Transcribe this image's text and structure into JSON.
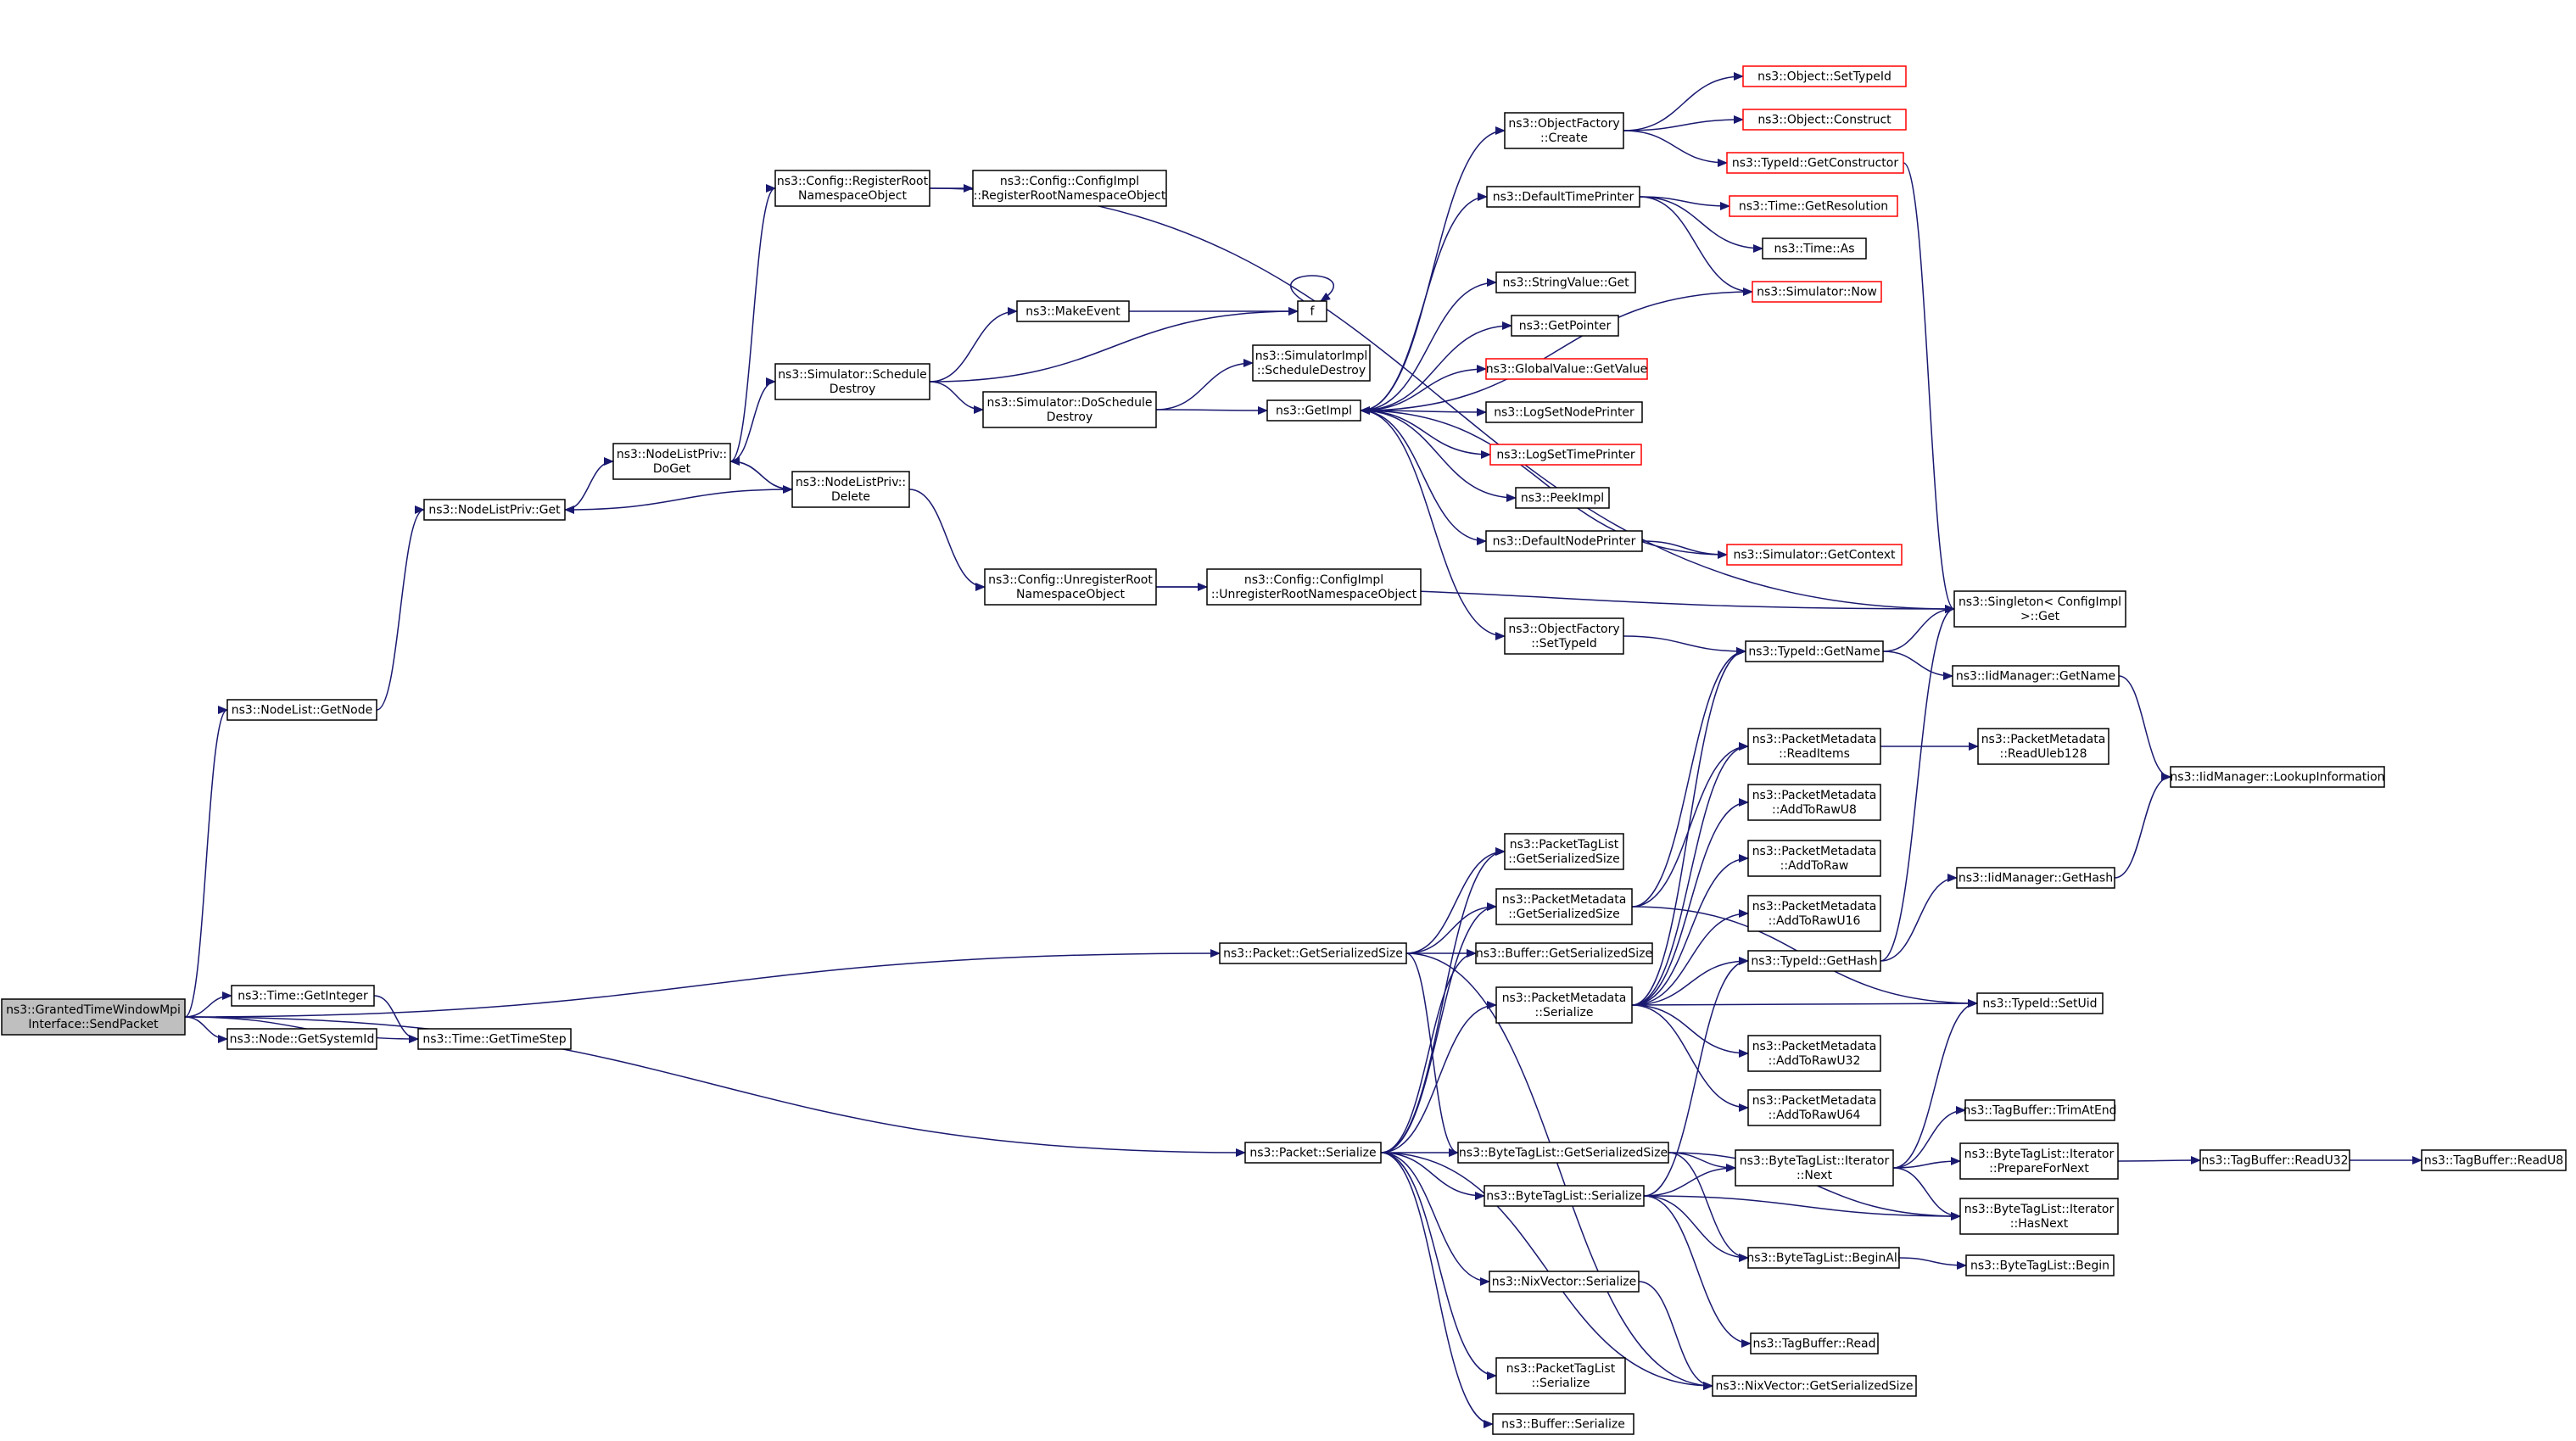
{
  "diagram": {
    "colors": {
      "edge": "#191970",
      "node_border": "#000000",
      "external_border": "#ff0000",
      "root_fill": "#bfbfbf"
    },
    "nodes": [
      {
        "id": "root",
        "lines": [
          "ns3::GrantedTimeWindowMpi",
          "Interface::SendPacket"
        ],
        "style": "root"
      },
      {
        "id": "nodelist_getnode",
        "lines": [
          "ns3::NodeList::GetNode"
        ]
      },
      {
        "id": "time_getinteger",
        "lines": [
          "ns3::Time::GetInteger"
        ]
      },
      {
        "id": "node_getsystemid",
        "lines": [
          "ns3::Node::GetSystemId"
        ]
      },
      {
        "id": "time_gettimestep",
        "lines": [
          "ns3::Time::GetTimeStep"
        ]
      },
      {
        "id": "nlp_get",
        "lines": [
          "ns3::NodeListPriv::Get"
        ]
      },
      {
        "id": "nlp_doget",
        "lines": [
          "ns3::NodeListPriv::",
          "DoGet"
        ]
      },
      {
        "id": "nlp_delete",
        "lines": [
          "ns3::NodeListPriv::",
          "Delete"
        ]
      },
      {
        "id": "cfg_register",
        "lines": [
          "ns3::Config::RegisterRoot",
          "NamespaceObject"
        ]
      },
      {
        "id": "cfgimpl_register",
        "lines": [
          "ns3::Config::ConfigImpl",
          "::RegisterRootNamespaceObject"
        ]
      },
      {
        "id": "sim_schedule_destroy",
        "lines": [
          "ns3::Simulator::Schedule",
          "Destroy"
        ]
      },
      {
        "id": "makeevent",
        "lines": [
          "ns3::MakeEvent"
        ]
      },
      {
        "id": "f",
        "lines": [
          "f"
        ]
      },
      {
        "id": "sim_doschedule_destroy",
        "lines": [
          "ns3::Simulator::DoSchedule",
          "Destroy"
        ]
      },
      {
        "id": "simimpl_schedule_destroy",
        "lines": [
          "ns3::SimulatorImpl",
          "::ScheduleDestroy"
        ]
      },
      {
        "id": "getimpl",
        "lines": [
          "ns3::GetImpl"
        ]
      },
      {
        "id": "cfg_unregister",
        "lines": [
          "ns3::Config::UnregisterRoot",
          "NamespaceObject"
        ]
      },
      {
        "id": "cfgimpl_unregister",
        "lines": [
          "ns3::Config::ConfigImpl",
          "::UnregisterRootNamespaceObject"
        ]
      },
      {
        "id": "objfactory_create",
        "lines": [
          "ns3::ObjectFactory",
          "::Create"
        ]
      },
      {
        "id": "object_settypeid",
        "lines": [
          "ns3::Object::SetTypeId"
        ],
        "style": "ext"
      },
      {
        "id": "object_construct",
        "lines": [
          "ns3::Object::Construct"
        ],
        "style": "ext"
      },
      {
        "id": "typeid_getconstructor",
        "lines": [
          "ns3::TypeId::GetConstructor"
        ],
        "style": "ext"
      },
      {
        "id": "defaulttimeprinter",
        "lines": [
          "ns3::DefaultTimePrinter"
        ]
      },
      {
        "id": "time_getresolution",
        "lines": [
          "ns3::Time::GetResolution"
        ],
        "style": "ext"
      },
      {
        "id": "time_as",
        "lines": [
          "ns3::Time::As"
        ]
      },
      {
        "id": "sim_now",
        "lines": [
          "ns3::Simulator::Now"
        ],
        "style": "ext"
      },
      {
        "id": "stringvalue_get",
        "lines": [
          "ns3::StringValue::Get"
        ]
      },
      {
        "id": "getpointer",
        "lines": [
          "ns3::GetPointer"
        ]
      },
      {
        "id": "globalvalue_getvalue",
        "lines": [
          "ns3::GlobalValue::GetValue"
        ],
        "style": "ext"
      },
      {
        "id": "logsetnodeprinter",
        "lines": [
          "ns3::LogSetNodePrinter"
        ]
      },
      {
        "id": "logsettimeprinter",
        "lines": [
          "ns3::LogSetTimePrinter"
        ],
        "style": "ext"
      },
      {
        "id": "peekimpl",
        "lines": [
          "ns3::PeekImpl"
        ]
      },
      {
        "id": "defaultnodeprinter",
        "lines": [
          "ns3::DefaultNodePrinter"
        ]
      },
      {
        "id": "sim_getcontext",
        "lines": [
          "ns3::Simulator::GetContext"
        ],
        "style": "ext"
      },
      {
        "id": "objfactory_settypeid",
        "lines": [
          "ns3::ObjectFactory",
          "::SetTypeId"
        ]
      },
      {
        "id": "singleton_get",
        "lines": [
          "ns3::Singleton< ConfigImpl",
          ">::Get"
        ]
      },
      {
        "id": "typeid_getname",
        "lines": [
          "ns3::TypeId::GetName"
        ]
      },
      {
        "id": "iidmanager_getname",
        "lines": [
          "ns3::IidManager::GetName"
        ]
      },
      {
        "id": "pm_readitems",
        "lines": [
          "ns3::PacketMetadata",
          "::ReadItems"
        ]
      },
      {
        "id": "pm_readuleb128",
        "lines": [
          "ns3::PacketMetadata",
          "::ReadUleb128"
        ]
      },
      {
        "id": "iidmanager_lookupinfo",
        "lines": [
          "ns3::IidManager::LookupInformation"
        ]
      },
      {
        "id": "pm_addtorawu8",
        "lines": [
          "ns3::PacketMetadata",
          "::AddToRawU8"
        ]
      },
      {
        "id": "ptl_getserializedsize",
        "lines": [
          "ns3::PacketTagList",
          "::GetSerializedSize"
        ]
      },
      {
        "id": "pm_addtoraw",
        "lines": [
          "ns3::PacketMetadata",
          "::AddToRaw"
        ]
      },
      {
        "id": "pm_getserializedsize",
        "lines": [
          "ns3::PacketMetadata",
          "::GetSerializedSize"
        ]
      },
      {
        "id": "iidmanager_gethash",
        "lines": [
          "ns3::IidManager::GetHash"
        ]
      },
      {
        "id": "pm_addtorawu16",
        "lines": [
          "ns3::PacketMetadata",
          "::AddToRawU16"
        ]
      },
      {
        "id": "packet_getserializedsize",
        "lines": [
          "ns3::Packet::GetSerializedSize"
        ]
      },
      {
        "id": "buffer_getserializedsize",
        "lines": [
          "ns3::Buffer::GetSerializedSize"
        ]
      },
      {
        "id": "typeid_gethash",
        "lines": [
          "ns3::TypeId::GetHash"
        ]
      },
      {
        "id": "pm_serialize",
        "lines": [
          "ns3::PacketMetadata",
          "::Serialize"
        ]
      },
      {
        "id": "typeid_setuid",
        "lines": [
          "ns3::TypeId::SetUid"
        ]
      },
      {
        "id": "pm_addtorawu32",
        "lines": [
          "ns3::PacketMetadata",
          "::AddToRawU32"
        ]
      },
      {
        "id": "pm_addtorawu64",
        "lines": [
          "ns3::PacketMetadata",
          "::AddToRawU64"
        ]
      },
      {
        "id": "tagbuffer_trimatend",
        "lines": [
          "ns3::TagBuffer::TrimAtEnd"
        ]
      },
      {
        "id": "packet_serialize",
        "lines": [
          "ns3::Packet::Serialize"
        ]
      },
      {
        "id": "btl_getserializedsize",
        "lines": [
          "ns3::ByteTagList::GetSerializedSize"
        ]
      },
      {
        "id": "btl_iter_next",
        "lines": [
          "ns3::ByteTagList::Iterator",
          "::Next"
        ]
      },
      {
        "id": "btl_iter_prepare",
        "lines": [
          "ns3::ByteTagList::Iterator",
          "::PrepareForNext"
        ]
      },
      {
        "id": "tagbuffer_readu32",
        "lines": [
          "ns3::TagBuffer::ReadU32"
        ]
      },
      {
        "id": "tagbuffer_readu8",
        "lines": [
          "ns3::TagBuffer::ReadU8"
        ]
      },
      {
        "id": "btl_serialize",
        "lines": [
          "ns3::ByteTagList::Serialize"
        ]
      },
      {
        "id": "btl_iter_hasnext",
        "lines": [
          "ns3::ByteTagList::Iterator",
          "::HasNext"
        ]
      },
      {
        "id": "btl_beginall",
        "lines": [
          "ns3::ByteTagList::BeginAll"
        ]
      },
      {
        "id": "btl_begin",
        "lines": [
          "ns3::ByteTagList::Begin"
        ]
      },
      {
        "id": "nixvector_serialize",
        "lines": [
          "ns3::NixVector::Serialize"
        ]
      },
      {
        "id": "tagbuffer_read",
        "lines": [
          "ns3::TagBuffer::Read"
        ]
      },
      {
        "id": "ptl_serialize",
        "lines": [
          "ns3::PacketTagList",
          "::Serialize"
        ]
      },
      {
        "id": "nixvector_getserializedsize",
        "lines": [
          "ns3::NixVector::GetSerializedSize"
        ]
      },
      {
        "id": "buffer_serialize",
        "lines": [
          "ns3::Buffer::Serialize"
        ]
      }
    ],
    "edges": [
      [
        "root",
        "nodelist_getnode"
      ],
      [
        "root",
        "time_getinteger"
      ],
      [
        "root",
        "node_getsystemid"
      ],
      [
        "root",
        "time_gettimestep"
      ],
      [
        "root",
        "packet_getserializedsize"
      ],
      [
        "root",
        "packet_serialize"
      ],
      [
        "time_getinteger",
        "time_gettimestep"
      ],
      [
        "nodelist_getnode",
        "nlp_get"
      ],
      [
        "nlp_get",
        "nlp_doget"
      ],
      [
        "nlp_doget",
        "nlp_delete"
      ],
      [
        "nlp_delete",
        "nlp_get"
      ],
      [
        "nlp_delete",
        "nlp_doget"
      ],
      [
        "nlp_doget",
        "cfg_register"
      ],
      [
        "nlp_doget",
        "sim_schedule_destroy"
      ],
      [
        "nlp_delete",
        "cfg_unregister"
      ],
      [
        "cfg_register",
        "cfgimpl_register"
      ],
      [
        "cfg_register",
        "singleton_get"
      ],
      [
        "sim_schedule_destroy",
        "makeevent"
      ],
      [
        "sim_schedule_destroy",
        "f"
      ],
      [
        "sim_schedule_destroy",
        "sim_doschedule_destroy"
      ],
      [
        "makeevent",
        "f"
      ],
      [
        "f",
        "f"
      ],
      [
        "sim_doschedule_destroy",
        "simimpl_schedule_destroy"
      ],
      [
        "sim_doschedule_destroy",
        "getimpl"
      ],
      [
        "cfg_unregister",
        "cfgimpl_unregister"
      ],
      [
        "cfg_unregister",
        "singleton_get"
      ],
      [
        "getimpl",
        "objfactory_create"
      ],
      [
        "getimpl",
        "defaulttimeprinter"
      ],
      [
        "getimpl",
        "stringvalue_get"
      ],
      [
        "getimpl",
        "getpointer"
      ],
      [
        "getimpl",
        "globalvalue_getvalue"
      ],
      [
        "getimpl",
        "logsetnodeprinter"
      ],
      [
        "getimpl",
        "logsettimeprinter"
      ],
      [
        "getimpl",
        "peekimpl"
      ],
      [
        "getimpl",
        "defaultnodeprinter"
      ],
      [
        "getimpl",
        "objfactory_settypeid"
      ],
      [
        "objfactory_create",
        "object_settypeid"
      ],
      [
        "objfactory_create",
        "object_construct"
      ],
      [
        "objfactory_create",
        "typeid_getconstructor"
      ],
      [
        "typeid_getconstructor",
        "singleton_get"
      ],
      [
        "defaulttimeprinter",
        "time_getresolution"
      ],
      [
        "defaulttimeprinter",
        "time_as"
      ],
      [
        "defaulttimeprinter",
        "sim_now"
      ],
      [
        "sim_now",
        "getimpl"
      ],
      [
        "defaultnodeprinter",
        "sim_getcontext"
      ],
      [
        "sim_getcontext",
        "getimpl"
      ],
      [
        "objfactory_settypeid",
        "typeid_getname"
      ],
      [
        "typeid_getname",
        "singleton_get"
      ],
      [
        "typeid_getname",
        "iidmanager_getname"
      ],
      [
        "iidmanager_getname",
        "iidmanager_lookupinfo"
      ],
      [
        "pm_readitems",
        "pm_readuleb128"
      ],
      [
        "iidmanager_gethash",
        "iidmanager_lookupinfo"
      ],
      [
        "typeid_gethash",
        "singleton_get"
      ],
      [
        "typeid_gethash",
        "iidmanager_gethash"
      ],
      [
        "packet_getserializedsize",
        "ptl_getserializedsize"
      ],
      [
        "packet_getserializedsize",
        "pm_getserializedsize"
      ],
      [
        "packet_getserializedsize",
        "buffer_getserializedsize"
      ],
      [
        "packet_getserializedsize",
        "btl_getserializedsize"
      ],
      [
        "packet_getserializedsize",
        "nixvector_getserializedsize"
      ],
      [
        "pm_getserializedsize",
        "typeid_getname"
      ],
      [
        "pm_getserializedsize",
        "pm_readitems"
      ],
      [
        "pm_getserializedsize",
        "typeid_setuid"
      ],
      [
        "pm_serialize",
        "typeid_getname"
      ],
      [
        "pm_serialize",
        "pm_readitems"
      ],
      [
        "pm_serialize",
        "pm_addtorawu8"
      ],
      [
        "pm_serialize",
        "pm_addtoraw"
      ],
      [
        "pm_serialize",
        "pm_addtorawu16"
      ],
      [
        "pm_serialize",
        "typeid_gethash"
      ],
      [
        "pm_serialize",
        "typeid_setuid"
      ],
      [
        "pm_serialize",
        "pm_addtorawu32"
      ],
      [
        "pm_serialize",
        "pm_addtorawu64"
      ],
      [
        "packet_serialize",
        "ptl_getserializedsize"
      ],
      [
        "packet_serialize",
        "pm_getserializedsize"
      ],
      [
        "packet_serialize",
        "buffer_getserializedsize"
      ],
      [
        "packet_serialize",
        "pm_serialize"
      ],
      [
        "packet_serialize",
        "btl_getserializedsize"
      ],
      [
        "packet_serialize",
        "btl_serialize"
      ],
      [
        "packet_serialize",
        "nixvector_serialize"
      ],
      [
        "packet_serialize",
        "ptl_serialize"
      ],
      [
        "packet_serialize",
        "buffer_serialize"
      ],
      [
        "packet_serialize",
        "nixvector_getserializedsize"
      ],
      [
        "btl_getserializedsize",
        "btl_iter_next"
      ],
      [
        "btl_getserializedsize",
        "btl_iter_hasnext"
      ],
      [
        "btl_getserializedsize",
        "btl_beginall"
      ],
      [
        "btl_serialize",
        "typeid_gethash"
      ],
      [
        "btl_serialize",
        "btl_iter_next"
      ],
      [
        "btl_serialize",
        "btl_iter_hasnext"
      ],
      [
        "btl_serialize",
        "btl_beginall"
      ],
      [
        "btl_serialize",
        "tagbuffer_read"
      ],
      [
        "btl_iter_next",
        "typeid_setuid"
      ],
      [
        "btl_iter_next",
        "tagbuffer_trimatend"
      ],
      [
        "btl_iter_next",
        "btl_iter_prepare"
      ],
      [
        "btl_iter_next",
        "btl_iter_hasnext"
      ],
      [
        "btl_iter_prepare",
        "tagbuffer_readu32"
      ],
      [
        "tagbuffer_readu32",
        "tagbuffer_readu8"
      ],
      [
        "btl_beginall",
        "btl_begin"
      ],
      [
        "nixvector_serialize",
        "nixvector_getserializedsize"
      ]
    ]
  }
}
